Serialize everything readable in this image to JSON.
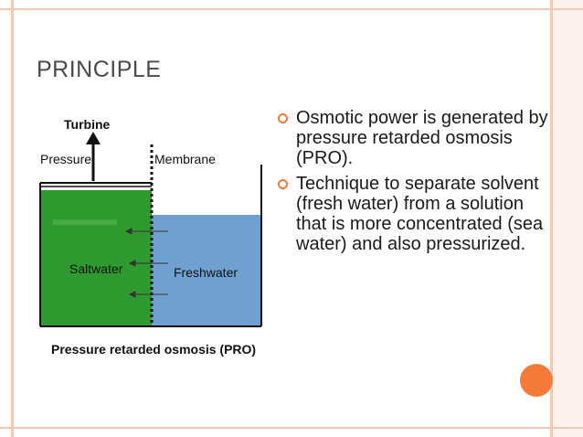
{
  "slide": {
    "title": "PRINCIPLE",
    "accent_color": "#f47a3a",
    "frame_color": "#f4c9b4"
  },
  "diagram": {
    "turbine_label": "Turbine",
    "pressure_label": "Pressure",
    "membrane_label": "Membrane",
    "saltwater_label": "Saltwater",
    "freshwater_label": "Freshwater",
    "caption": "Pressure retarded osmosis (PRO)",
    "saltwater_color": "#2f9a2f",
    "freshwater_color": "#6fa0d0"
  },
  "bullets": [
    {
      "text": "Osmotic power is generated by pressure retarded osmosis (PRO)."
    },
    {
      "text": "Technique to separate solvent (fresh water) from a solution that is more concentrated (sea water) and also pressurized."
    }
  ]
}
